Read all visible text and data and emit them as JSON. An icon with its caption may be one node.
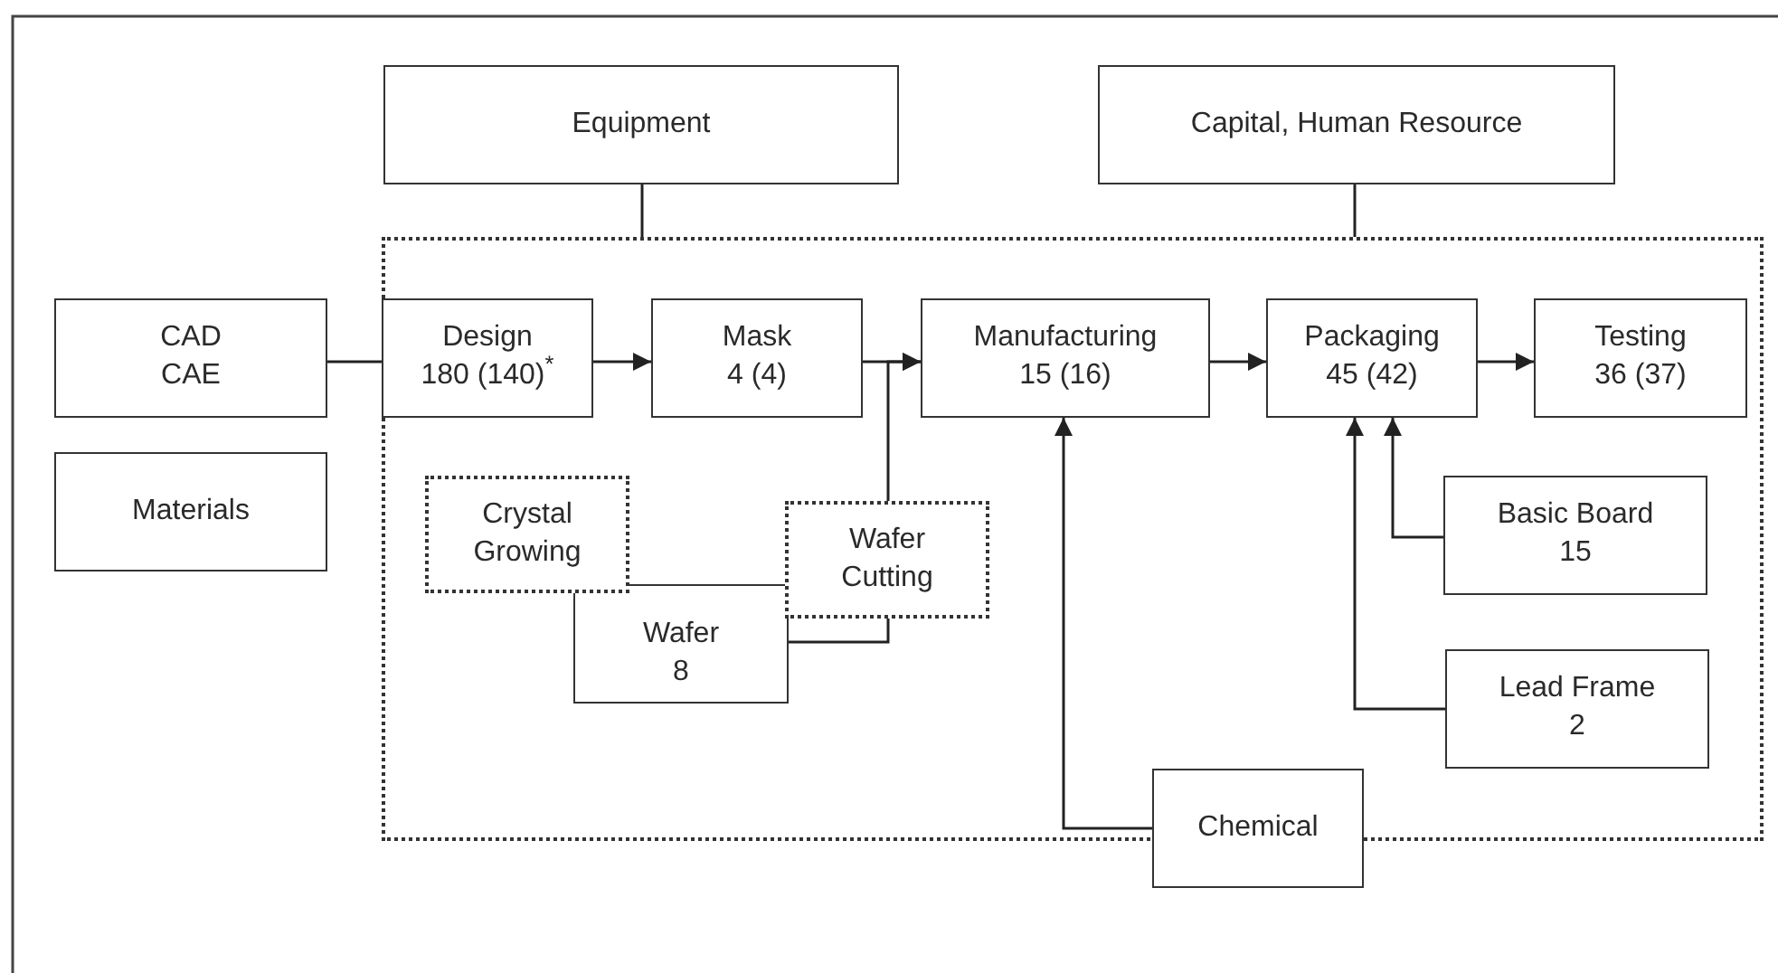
{
  "diagram": {
    "nodes": [
      {
        "text": [
          "Equipment"
        ]
      },
      {
        "text": [
          "Capital, Human Resource"
        ]
      },
      {
        "text": [],
        "shape": "box"
      },
      {
        "text": [
          "CAD",
          "CAE"
        ]
      },
      {
        "text": [
          "Design",
          "180 (140)$^{*}$"
        ],
        "in": 2
      },
      {
        "text": [
          "Mask",
          "4 (4)"
        ],
        "in": 2
      },
      {
        "text": [
          "Manufacturing",
          "15 (16)"
        ],
        "in": 2
      },
      {
        "text": [
          "Packaging",
          "45 (42)"
        ],
        "in": 2
      },
      {
        "text": [
          "Testing",
          "36 (37)"
        ],
        "in": 2
      },
      {
        "text": [
          "Materials"
        ]
      },
      {
        "text": [
          "Crystal Growing"
        ],
        "in": 2
      },
      {
        "text": [
          "Wafer Cutting"
        ],
        "in": 2
      },
      {
        "text": [
          "Wafer",
          "8"
        ],
        "in": 2
      },
      {
        "text": [
          "Basic Board",
          "15"
        ],
        "in": 2
      },
      {
        "text": [
          "Lead Frame",
          "2"
        ],
        "in": 2
      },
      {
        "text": [
          "Chemical"
        ],
        "in": 2
      }
    ],
    "edges": [
      {
        "from": 0,
        "to": 2,
        "arrow": "none"
      },
      {
        "from": 1,
        "to": 2,
        "arrow": "none"
      },
      {
        "from": 3,
        "to": 4,
        "arrow": "none"
      },
      {
        "from": 4,
        "to": 5,
        "arrow": "to"
      },
      {
        "from": 5,
        "to": 6,
        "arrow": "to"
      },
      {
        "from": 6,
        "to": 7,
        "arrow": "to"
      },
      {
        "from": 7,
        "to": 8,
        "arrow": "to"
      },
      {
        "from": 12,
        "to": 11,
        "arrow": "none"
      },
      {
        "from": 11,
        "to": 6,
        "arrow": "to"
      },
      {
        "from": 15,
        "to": 6,
        "arrow": "to"
      },
      {
        "from": 13,
        "to": 7,
        "arrow": "to"
      },
      {
        "from": 14,
        "to": 7,
        "arrow": "to"
      }
    ]
  }
}
